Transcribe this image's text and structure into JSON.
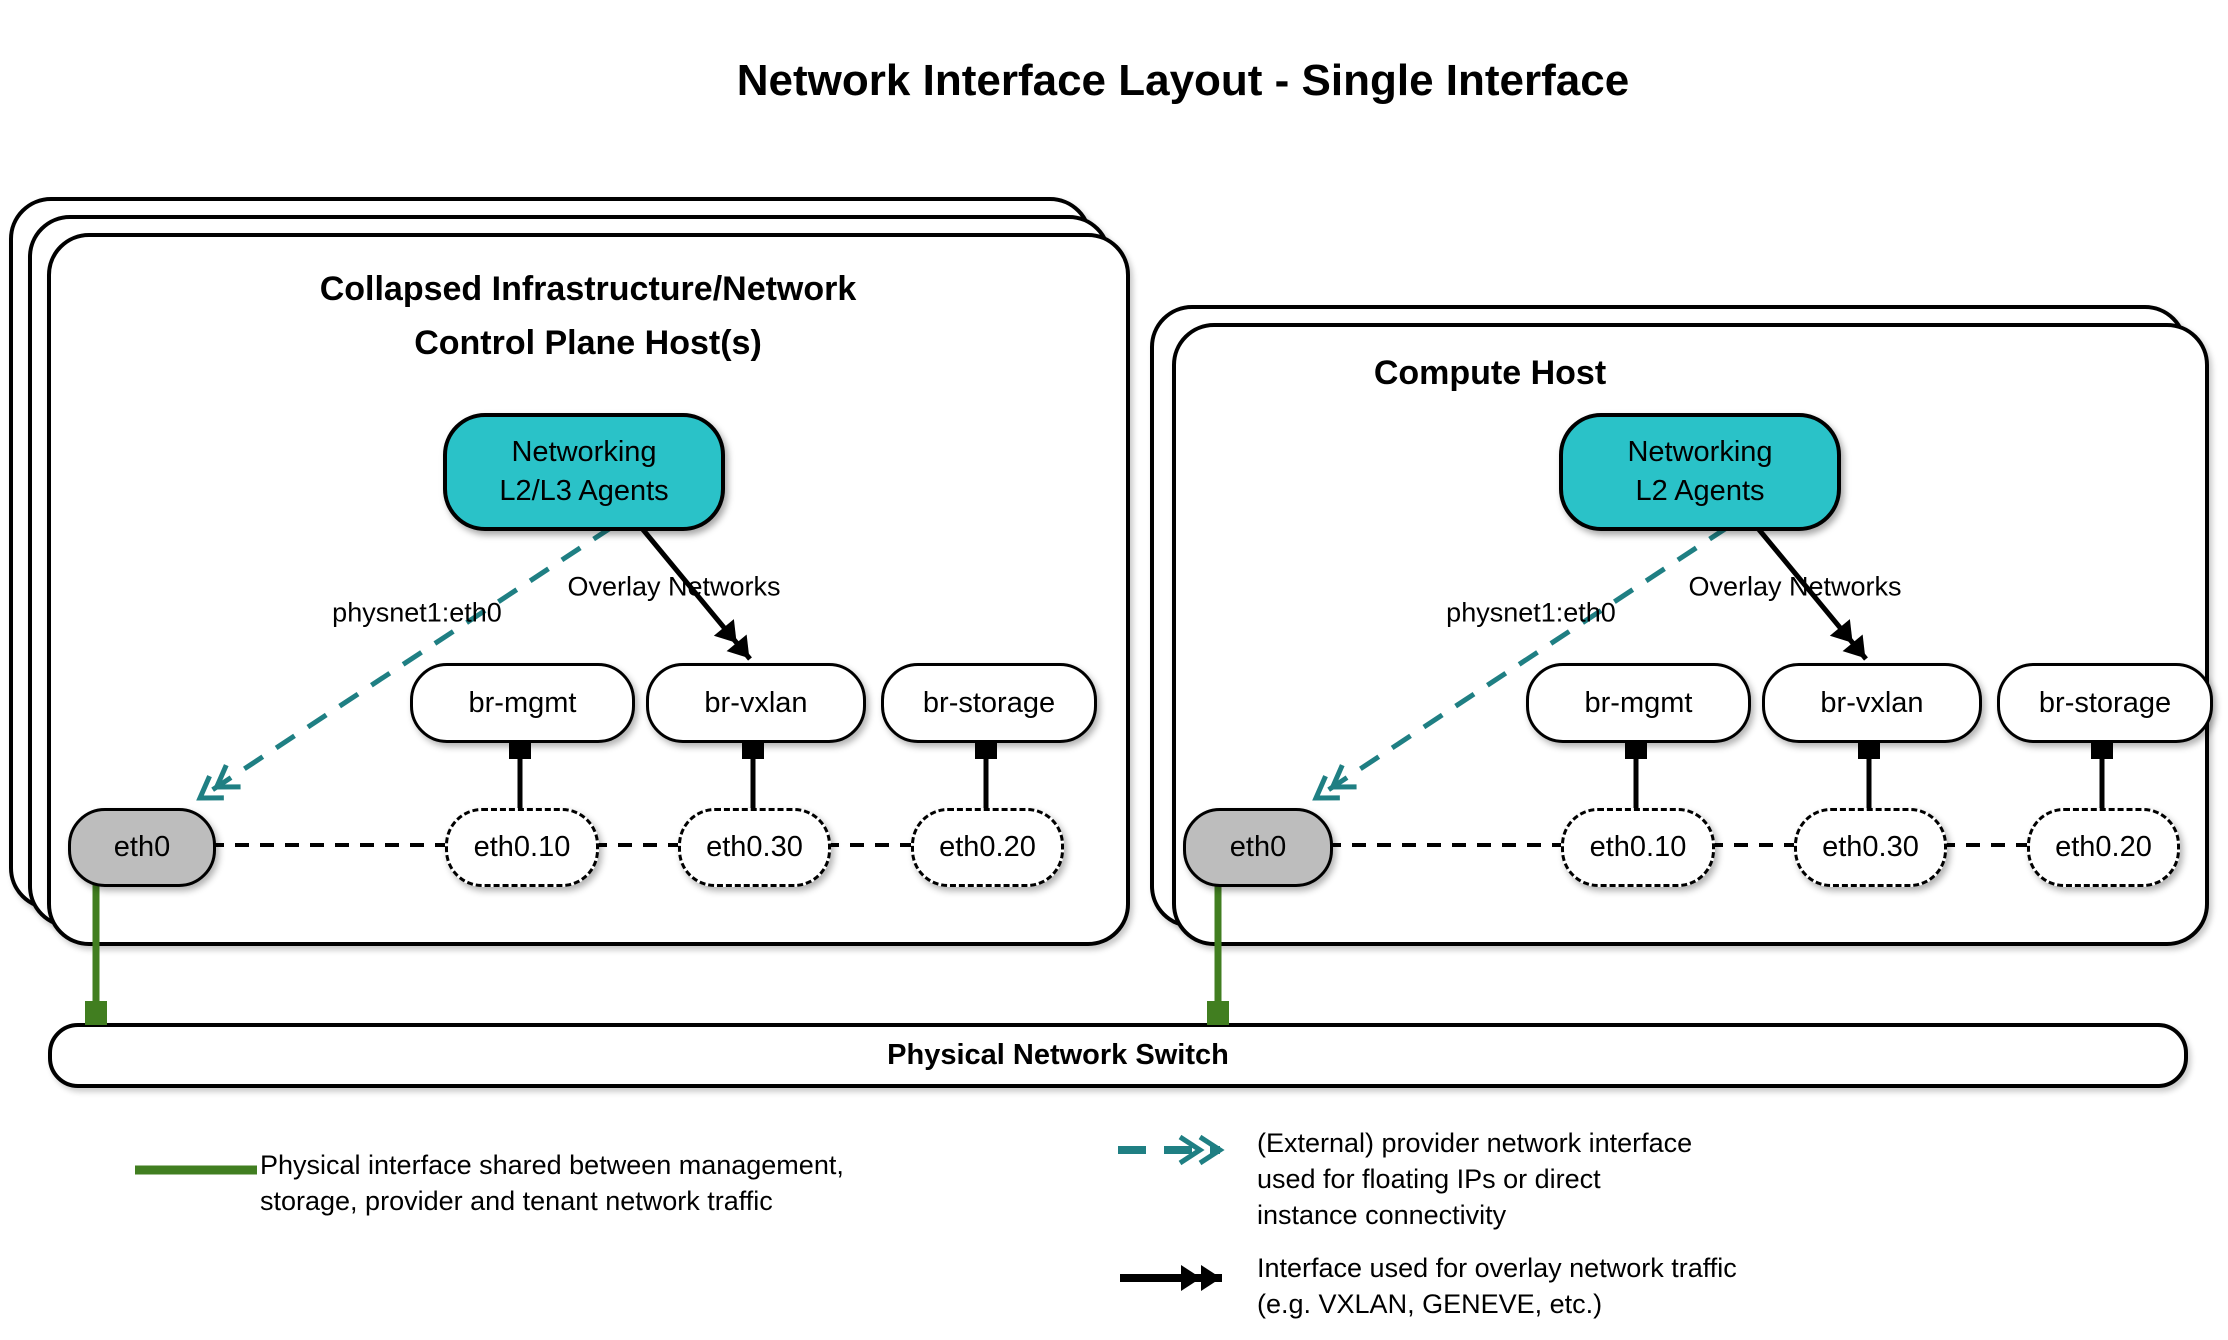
{
  "title": "Network Interface Layout - Single Interface",
  "hosts": [
    {
      "title_lines": [
        "Collapsed Infrastructure/Network",
        "Control Plane Host(s)"
      ],
      "agent_lines": [
        "Networking",
        "L2/L3 Agents"
      ],
      "provider_label": "physnet1:eth0",
      "overlay_label": "Overlay Networks",
      "bridges": [
        "br-mgmt",
        "br-vxlan",
        "br-storage"
      ],
      "phys_if": "eth0",
      "vlan_ifs": [
        "eth0.10",
        "eth0.30",
        "eth0.20"
      ]
    },
    {
      "title_lines": [
        "Compute Host"
      ],
      "agent_lines": [
        "Networking",
        "L2 Agents"
      ],
      "provider_label": "physnet1:eth0",
      "overlay_label": "Overlay Networks",
      "bridges": [
        "br-mgmt",
        "br-vxlan",
        "br-storage"
      ],
      "phys_if": "eth0",
      "vlan_ifs": [
        "eth0.10",
        "eth0.30",
        "eth0.20"
      ]
    }
  ],
  "switch": {
    "label": "Physical Network Switch"
  },
  "legend": [
    {
      "symbol": "green-line",
      "lines": [
        "Physical interface shared between management,",
        "storage, provider and tenant network traffic"
      ]
    },
    {
      "symbol": "teal-dashed-double-arrow",
      "lines": [
        "(External) provider network interface",
        "used for floating IPs or direct",
        "instance connectivity"
      ]
    },
    {
      "symbol": "black-double-arrow",
      "lines": [
        "Interface used for overlay network traffic",
        "(e.g. VXLAN, GENEVE, etc.)"
      ]
    }
  ],
  "colors": {
    "agent_fill": "#2AC2C8",
    "provider_arrow": "#1F7F83",
    "physical_link_green": "#417E20",
    "interface_gray": "#BDBDBD"
  }
}
